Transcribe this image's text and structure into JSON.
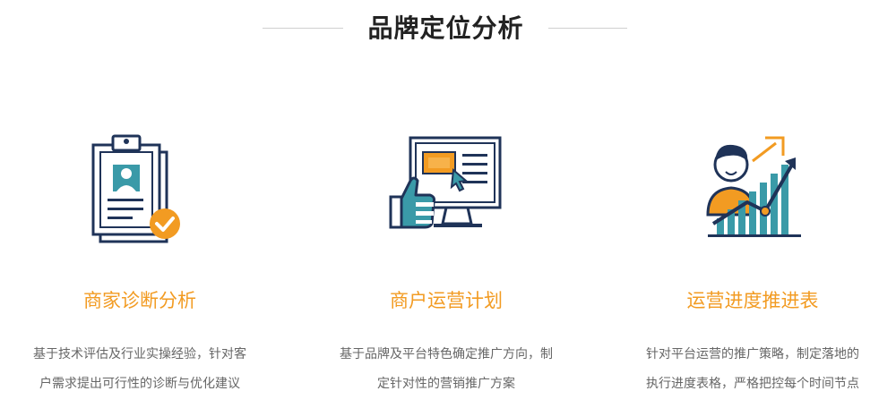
{
  "section": {
    "title": "品牌定位分析"
  },
  "colors": {
    "accent": "#f29b22",
    "navy": "#1f3358",
    "teal": "#3a9aa8"
  },
  "cards": [
    {
      "icon": "clipboard-check-icon",
      "title": "商家诊断分析",
      "desc_line1": "基于技术评估及行业实操经验，针对客",
      "desc_line2": "户需求提出可行性的诊断与优化建议"
    },
    {
      "icon": "monitor-thumbs-up-icon",
      "title": "商户运营计划",
      "desc_line1": "基于品牌及平台特色确定推广方向，制",
      "desc_line2": "定针对性的营销推广方案"
    },
    {
      "icon": "growth-chart-person-icon",
      "title": "运营进度推进表",
      "desc_line1": "针对平台运营的推广策略，制定落地的",
      "desc_line2": "执行进度表格，严格把控每个时间节点"
    }
  ]
}
